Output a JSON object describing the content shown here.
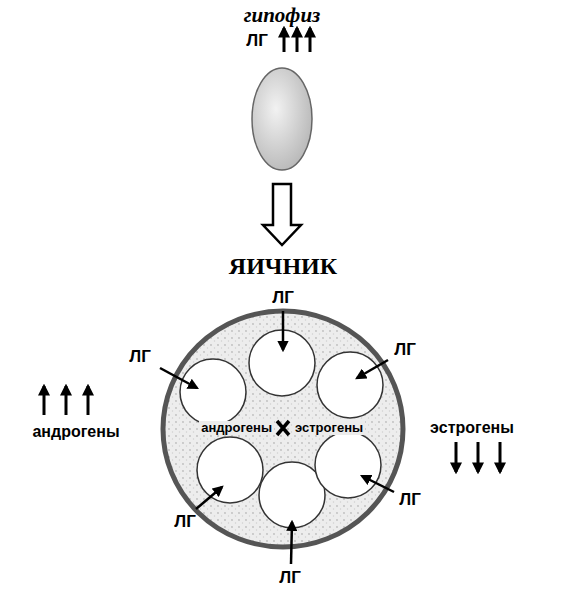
{
  "diagram": {
    "nodes": [
      {
        "text": [
          "гипофиз"
        ]
      },
      {
        "text": [
          "ЯИЧНИК",
          "андрогены",
          "эстрогены"
        ]
      }
    ],
    "edges": [
      {
        "from": 0,
        "to": 1,
        "arrow": "to"
      }
    ],
    "labels": [
      "ЛГ",
      "ЛГ",
      "ЛГ",
      "ЛГ",
      "андрогены",
      "эстрогены",
      "ЛГ",
      "ЛГ",
      "ЛГ"
    ]
  }
}
